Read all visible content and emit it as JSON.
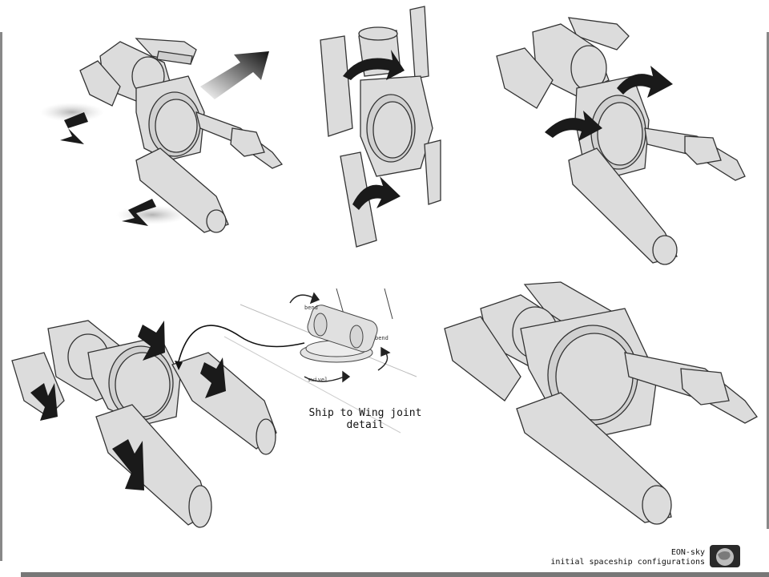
{
  "joint_detail": {
    "title_line1": "Ship to Wing joint",
    "title_line2": "detail",
    "label_bend_top": "bend",
    "label_bend_right": "bend",
    "label_swivel": "swivel"
  },
  "footer": {
    "line1": "EON-sky",
    "line2": "initial spaceship configurations"
  },
  "colors": {
    "hull_fill": "#dcdcdc",
    "outline": "#333333",
    "arrow": "#1a1a1a"
  },
  "icons": [
    "curved-arrow-icon",
    "straight-arrow-icon",
    "globe-emblem-icon"
  ]
}
